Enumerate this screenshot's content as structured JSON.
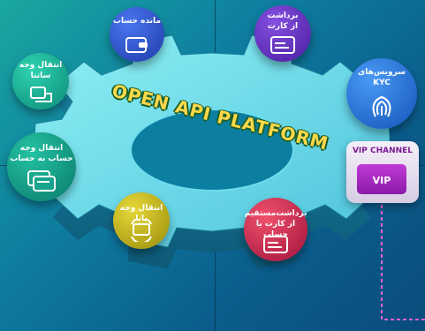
{
  "title": "OPEN API PLATFORM",
  "features": [
    {
      "label": "مانده حساب",
      "icon": "wallet-icon",
      "color": "#2c4fc8"
    },
    {
      "label": "برداشت\nاز کارت",
      "icon": "card-icon",
      "color": "#5a2bb8"
    },
    {
      "label": "سرویس‌های\nKYC",
      "icon": "fingerprint-icon",
      "color": "#1d6fd0"
    },
    {
      "label": "انتقال وجه\nساتنا",
      "icon": "transfer-icon",
      "color": "#16a088"
    },
    {
      "label": "انتقال وجه\nحساب به حساب",
      "icon": "cards-icon",
      "color": "#0f8f7f"
    },
    {
      "label": "انتقال وجه پایا",
      "icon": "exchange-icon",
      "color": "#b8a812"
    },
    {
      "label": "برداشت‌مستقیم\nاز کارت یا حساب",
      "icon": "card-icon",
      "color": "#c8244e"
    }
  ],
  "vip": {
    "header": "VIP CHANNEL",
    "label": "VIP",
    "color": "#9a23b8"
  }
}
